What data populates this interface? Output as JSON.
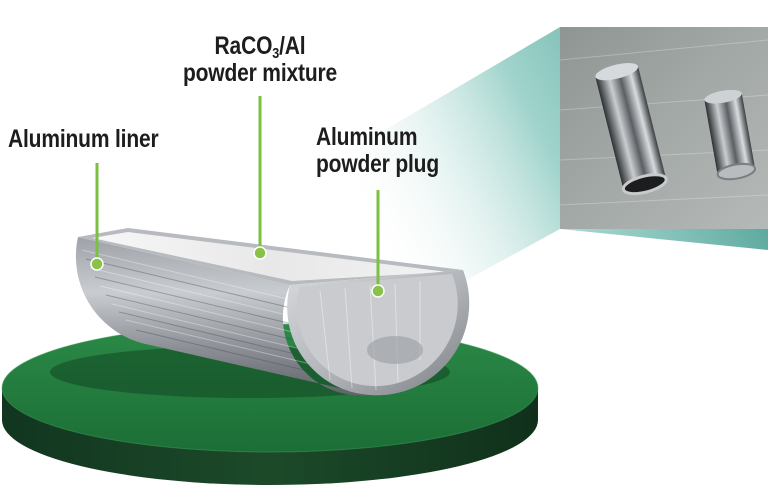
{
  "labels": {
    "aluminum_liner": "Aluminum liner",
    "mixture_line1_prefix": "RaCO",
    "mixture_line1_subscript": "3",
    "mixture_line1_suffix": "/Al",
    "mixture_line2": "powder mixture",
    "plug_line1": "Aluminum",
    "plug_line2": "powder plug"
  },
  "colors": {
    "leader_line": "#7bc043",
    "leader_dot": "#8ac249",
    "disk_top": "#1f7a3c",
    "disk_side": "#173f22",
    "projection_teal": "#3e9c8e",
    "aluminum": "#a9acb1",
    "powder": "#eeeeee",
    "label_text": "#1d1d1d"
  },
  "icons": {
    "disk": "green-pedestal-disk",
    "target": "half-cylinder-aluminum-target",
    "photo": "inset-photo-aluminum-tubes"
  }
}
